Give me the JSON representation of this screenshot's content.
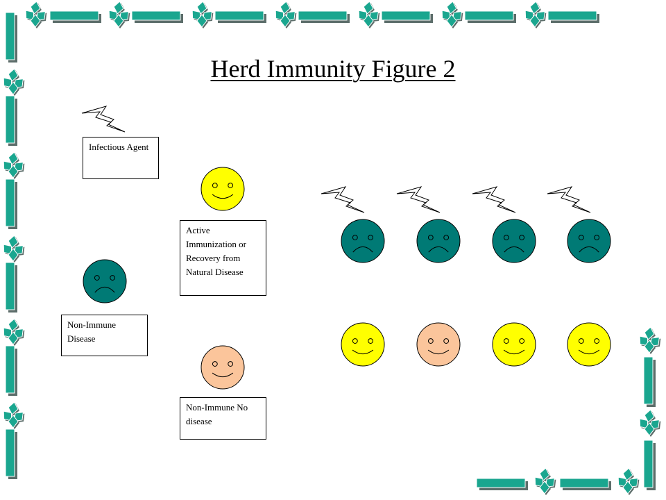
{
  "title": "Herd Immunity Figure 2",
  "colors": {
    "border_teal": "#1aa68f",
    "border_shadow": "#5c6d6a",
    "immune_yellow": "#ffff00",
    "infected_teal": "#007a75",
    "non_immune_peach": "#fbc59b",
    "outline": "#000000"
  },
  "legend": {
    "infectious_agent": "Infectious Agent",
    "immune": "Active Immunization or Recovery from  Natural Disease",
    "non_immune_disease": "Non-Immune Disease",
    "non_immune_no_disease": "Non-Immune No disease"
  },
  "population": {
    "top_row": [
      "non-immune-disease",
      "non-immune-disease",
      "non-immune-disease",
      "non-immune-disease"
    ],
    "bottom_row": [
      "immune",
      "non-immune-no-disease",
      "immune",
      "immune"
    ],
    "agents_above_top_row": 4
  }
}
